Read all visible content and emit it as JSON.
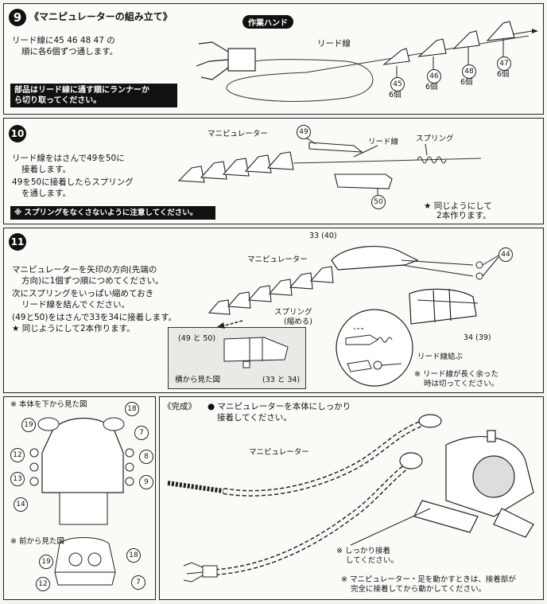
{
  "step9": {
    "num": "9",
    "title": "《マニピュレーターの組み立て》",
    "text1": "リード線に45 46 48 47 の",
    "text2": "順に各6個ずつ通します。",
    "note1": "部品はリード線に通す順にランナーか",
    "note2": "ら切り取ってください。",
    "work_hand": "作業ハンド",
    "lead_wire": "リード線",
    "parts": [
      {
        "id": "45",
        "qty": "6個"
      },
      {
        "id": "46",
        "qty": "6個"
      },
      {
        "id": "48",
        "qty": "6個"
      },
      {
        "id": "47",
        "qty": "6個"
      }
    ]
  },
  "step10": {
    "num": "10",
    "text1": "リード線をはさんで49を50に",
    "text2": "接着します。",
    "text3": "49を50に接着したらスプリング",
    "text4": "を通します。",
    "warning": "※ スプリングをなくさないように注意してください。",
    "manipulator": "マニピュレーター",
    "lead_wire": "リード線",
    "spring": "スプリング",
    "p49": "49",
    "p50": "50",
    "same1": "★ 同じようにして",
    "same2": "2本作ります。"
  },
  "step11": {
    "num": "11",
    "text1": "マニピュレーターを矢印の方向(先端の",
    "text2": "方向)に1個ずつ順につめてください。",
    "text3": "次にスプリングをいっぱい縮めておき",
    "text4": "リード線を結んでください。",
    "text5": "(49と50)をはさんで33を34に接着します。",
    "text6": "★ 同じようにして2本作ります。",
    "manipulator": "マニピュレーター",
    "p33_40": "33 (40)",
    "p44": "44",
    "p34_39": "34 (39)",
    "spring1": "スプリング",
    "spring2": "(縮める)",
    "knot": "リード線結ぶ",
    "excess1": "※ リード線が長く余った",
    "excess2": "時は切ってください。",
    "side_label1": "(49 と 50)",
    "side_label2": "横から見た図",
    "side_label3": "(33 と 34)"
  },
  "bottom_view": {
    "title": "※ 本体を下から見た図",
    "front_title": "※ 前から見た図",
    "labels": [
      "19",
      "18",
      "7",
      "12",
      "8",
      "13",
      "9",
      "14"
    ],
    "front_labels": [
      "19",
      "18",
      "12",
      "7"
    ]
  },
  "complete": {
    "title": "《完成》",
    "note1": "● マニピュレーターを本体にしっかり",
    "note2": "接着してください。",
    "manipulator": "マニピュレーター",
    "glue1": "※ しっかり接着",
    "glue2": "してください。",
    "move1": "※ マニピュレーター・足を動かすときは、接着部が",
    "move2": "完全に接着してから動かしてください。"
  }
}
